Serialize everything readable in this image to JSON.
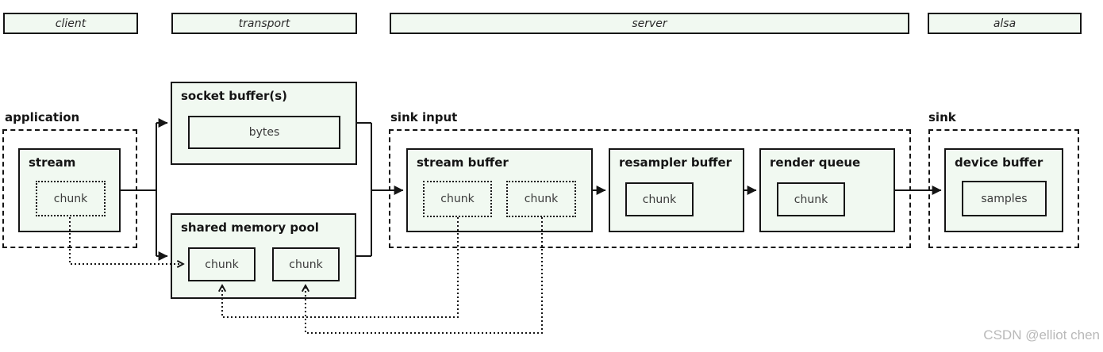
{
  "lanes": [
    {
      "label": "client"
    },
    {
      "label": "transport"
    },
    {
      "label": "server"
    },
    {
      "label": "alsa"
    }
  ],
  "groups": {
    "application": "application",
    "sink_input": "sink input",
    "sink": "sink"
  },
  "nodes": {
    "stream": {
      "title": "stream",
      "items": [
        "chunk"
      ]
    },
    "socket_buffer": {
      "title": "socket buffer(s)",
      "items": [
        "bytes"
      ]
    },
    "shared_memory_pool": {
      "title": "shared memory pool",
      "items": [
        "chunk",
        "chunk"
      ]
    },
    "stream_buffer": {
      "title": "stream buffer",
      "items": [
        "chunk",
        "chunk"
      ]
    },
    "resampler_buffer": {
      "title": "resampler buffer",
      "items": [
        "chunk"
      ]
    },
    "render_queue": {
      "title": "render queue",
      "items": [
        "chunk"
      ]
    },
    "device_buffer": {
      "title": "device buffer",
      "items": [
        "samples"
      ]
    }
  },
  "watermark": "CSDN @elliot chen",
  "colors": {
    "box_fill": "#f1f9f1",
    "line": "#151515",
    "watermark": "#b9b9b9"
  }
}
